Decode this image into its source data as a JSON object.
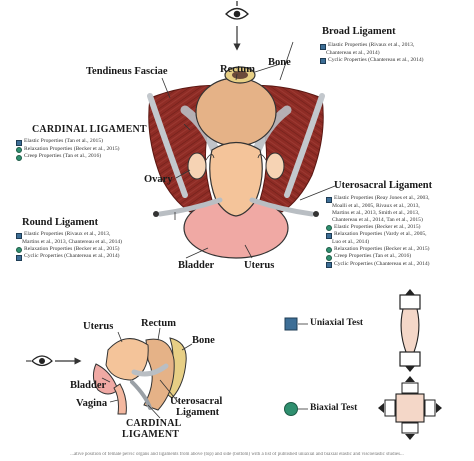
{
  "labels": {
    "broad_ligament": "Broad Ligament",
    "tendineus_fasciae": "Tendineus Fasciae",
    "rectum": "Rectum",
    "bone": "Bone",
    "cardinal_ligament": "CARDINAL LIGAMENT",
    "ovary": "Ovary",
    "uterosacral_ligament": "Uterosacral Ligament",
    "round_ligament": "Round Ligament",
    "bladder": "Bladder",
    "uterus": "Uterus"
  },
  "side_labels": {
    "uterus": "Uterus",
    "rectum": "Rectum",
    "bone": "Bone",
    "bladder": "Bladder",
    "vagina": "Vagina",
    "uterosacral_l1": "Uterosacral",
    "uterosacral_l2": "Ligament",
    "cardinal_l1": "CARDINAL",
    "cardinal_l2": "LIGAMENT"
  },
  "refs": {
    "broad": [
      {
        "marker": "square",
        "lines": [
          "Elastic Properties (Rivaux et al., 2013,",
          "Chantereau et al., 2014)"
        ]
      },
      {
        "marker": "square",
        "lines": [
          "Cyclic Properties (Chantereau et al., 2014)"
        ]
      }
    ],
    "cardinal": [
      {
        "marker": "square",
        "lines": [
          "Elastic Properties (Tan et al., 2015)"
        ]
      },
      {
        "marker": "circle",
        "lines": [
          "Relaxation Properties (Becker et al., 2015)"
        ]
      },
      {
        "marker": "circle",
        "lines": [
          "Creep Properties (Tan et al., 2016)"
        ]
      }
    ],
    "round": [
      {
        "marker": "square",
        "lines": [
          "Elastic Properties (Rivaux et al., 2013,",
          "Martins et al., 2013, Chantereau et al., 2014)"
        ]
      },
      {
        "marker": "circle",
        "lines": [
          "Relaxation Properties (Becker et al., 2015)"
        ]
      },
      {
        "marker": "square",
        "lines": [
          "Cyclic Properties (Chantereau et al., 2014)"
        ]
      }
    ],
    "uterosacral": [
      {
        "marker": "square",
        "lines": [
          "Elastic Properties (Reay Jones et al., 2003,",
          "Moalli et al., 2005, Rivaux et al., 2013,",
          "Martins et al., 2013, Smith et al., 2013,",
          "Chantereau et al., 2014, Tan et al., 2015)"
        ]
      },
      {
        "marker": "circle",
        "lines": [
          "Elastic Properties (Becker et al., 2015)"
        ]
      },
      {
        "marker": "square",
        "lines": [
          "Relaxation Properties (Vardy et al., 2005,",
          "Luo et al., 2014)"
        ]
      },
      {
        "marker": "circle",
        "lines": [
          "Relaxation Properties (Becker et al., 2015)"
        ]
      },
      {
        "marker": "circle",
        "lines": [
          "Creep Properties (Tan et al., 2016)"
        ]
      },
      {
        "marker": "square",
        "lines": [
          "Cyclic Properties (Chantereau et al., 2014)"
        ]
      }
    ]
  },
  "legend": {
    "uniaxial": "Uniaxial Test",
    "biaxial": "Biaxial Test"
  },
  "colors": {
    "uniaxial_marker": "#3d6e96",
    "biaxial_marker": "#2f8f6f",
    "uterus": "#f4c49a",
    "bladder": "#f0a9a4",
    "rectum": "#e5b287",
    "muscle": "#8e2c25",
    "ligament": "#b9bec3",
    "bone": "#e7cf85"
  },
  "icons": {
    "top_view": "eye-icon",
    "side_view": "eye-icon"
  },
  "caption": "...ative position of female pelvic organs and ligaments from above (top) and side (bottom) with a list of published uniaxial and biaxial elastic and viscoelastic studies..."
}
